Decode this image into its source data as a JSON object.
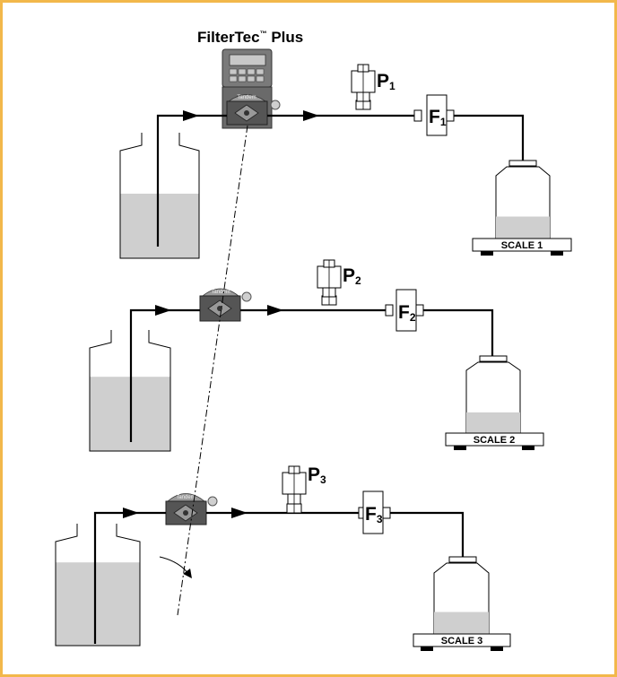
{
  "title": {
    "main": "FilterTec",
    "tm": "™",
    "rest": " Plus"
  },
  "pump_brand": "Tandem",
  "colors": {
    "frame": "#f2b84b",
    "liquid": "#cfcfcf",
    "pump_dark": "#555555",
    "pump_mid": "#8a8a8a",
    "line": "#000000"
  },
  "stages": [
    {
      "pressure_label": "P",
      "pressure_sub": "1",
      "filter_label": "F",
      "filter_sub": "1",
      "scale_label": "SCALE 1",
      "receiver_fill": 0.35,
      "feed_fill": 0.6
    },
    {
      "pressure_label": "P",
      "pressure_sub": "2",
      "filter_label": "F",
      "filter_sub": "2",
      "scale_label": "SCALE 2",
      "receiver_fill": 0.33,
      "feed_fill": 0.72
    },
    {
      "pressure_label": "P",
      "pressure_sub": "3",
      "filter_label": "F",
      "filter_sub": "3",
      "scale_label": "SCALE 3",
      "receiver_fill": 0.36,
      "feed_fill": 0.8
    }
  ]
}
